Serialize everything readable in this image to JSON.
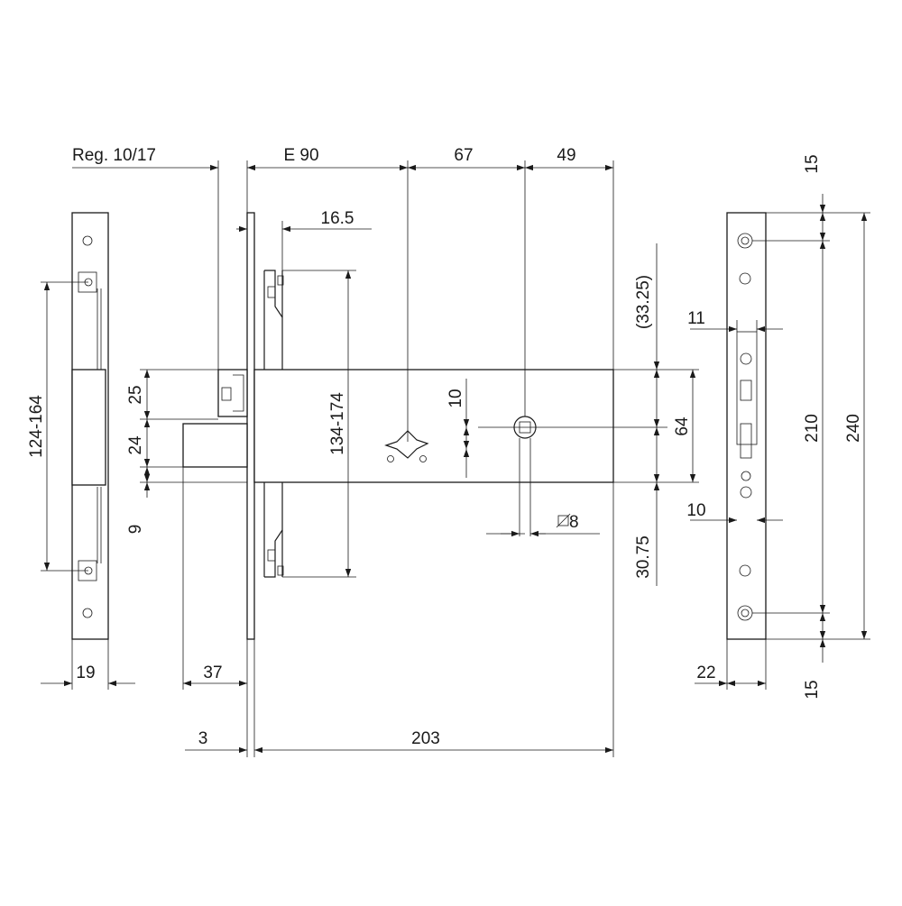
{
  "dimensions": {
    "reg": "Reg. 10/17",
    "e90": "E 90",
    "d67": "67",
    "d49": "49",
    "d16_5": "16.5",
    "d15_top": "15",
    "d124_164": "124-164",
    "d25": "25",
    "d24": "24",
    "d9": "9",
    "d134_174": "134-174",
    "d10_center": "10",
    "d33_25": "(33.25)",
    "d64": "64",
    "d30_75": "30.75",
    "d8": "8",
    "d11": "11",
    "d10_right": "10",
    "d210": "210",
    "d240": "240",
    "d19": "19",
    "d37": "37",
    "d22": "22",
    "d15_bottom": "15",
    "d3": "3",
    "d203": "203"
  }
}
